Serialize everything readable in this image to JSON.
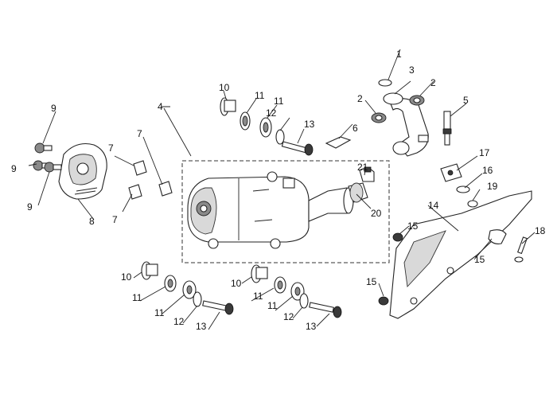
{
  "callouts": {
    "c1": "1",
    "c2a": "2",
    "c2b": "2",
    "c3": "3",
    "c4": "4",
    "c5": "5",
    "c6": "6",
    "c7a": "7",
    "c7b": "7",
    "c7c": "7",
    "c8": "8",
    "c9a": "9",
    "c9b": "9",
    "c9c": "9",
    "c10a": "10",
    "c10b": "10",
    "c10c": "10",
    "c11a": "11",
    "c11b": "11",
    "c11c": "11",
    "c11d": "11",
    "c11e": "11",
    "c11f": "11",
    "c12a": "12",
    "c12b": "12",
    "c12c": "12",
    "c13a": "13",
    "c13b": "13",
    "c13c": "13",
    "c14": "14",
    "c15a": "15",
    "c15b": "15",
    "c15c": "15",
    "c16": "16",
    "c17": "17",
    "c18": "18",
    "c19": "19",
    "c20": "20",
    "c21": "21"
  }
}
